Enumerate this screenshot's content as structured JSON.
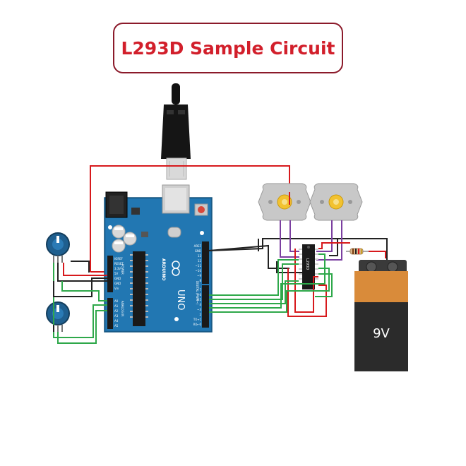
{
  "title": "L293D Sample Circuit",
  "arduino": {
    "brand": "ARDUINO",
    "model": "UNO",
    "power_header": "POWER",
    "analog_header": "ANALOG IN",
    "digital_header": "DIGITAL (PWM~)",
    "power_pins": [
      "IOREF",
      "RESET",
      "3.3V",
      "5V",
      "GND",
      "GND",
      "Vin"
    ],
    "analog_pins": [
      "A0",
      "A1",
      "A2",
      "A3",
      "A4",
      "A5"
    ],
    "digital_pins_top": [
      "AREF",
      "GND",
      "13",
      "12",
      "~11",
      "~10",
      "~9",
      "8"
    ],
    "digital_pins_bottom": [
      "7",
      "~6",
      "~5",
      "4",
      "~3",
      "2",
      "TX→1",
      "RX←0"
    ]
  },
  "chip_label": "L293D",
  "battery_label": "9V",
  "colors": {
    "title": "#d21f2b",
    "title_border": "#8b1a2a",
    "board": "#1f6fa8",
    "wire_red": "#d7191c",
    "wire_black": "#222222",
    "wire_green": "#2ea84a",
    "wire_purple": "#7b3fa0",
    "battery_top": "#d98b3a",
    "battery_body": "#2b2b2b"
  }
}
